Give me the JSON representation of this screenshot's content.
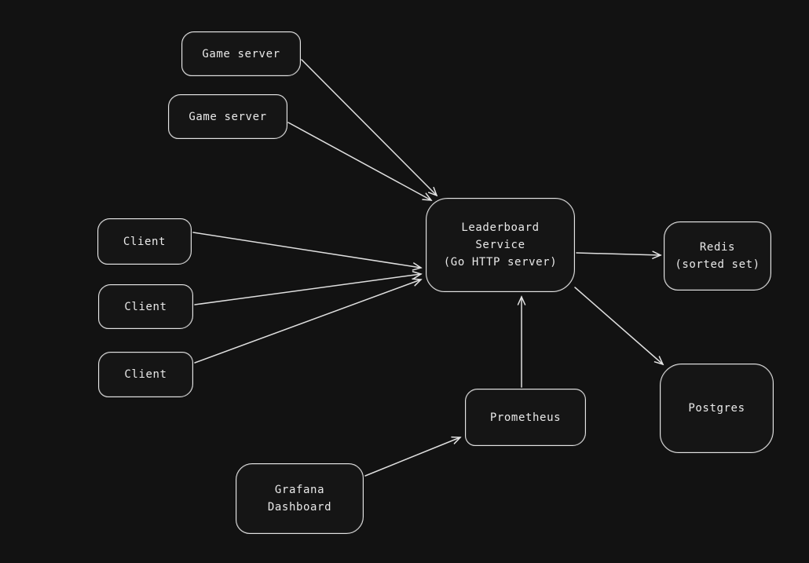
{
  "canvas": {
    "background": "#121212",
    "stroke_color": "#e3e3e3",
    "text_color": "#e9e9e9"
  },
  "nodes": [
    {
      "id": "game-server-1",
      "label": "Game server"
    },
    {
      "id": "game-server-2",
      "label": "Game server"
    },
    {
      "id": "client-1",
      "label": "Client"
    },
    {
      "id": "client-2",
      "label": "Client"
    },
    {
      "id": "client-3",
      "label": "Client"
    },
    {
      "id": "leaderboard-service",
      "label": "Leaderboard\nService\n(Go HTTP server)"
    },
    {
      "id": "redis",
      "label": "Redis\n(sorted set)"
    },
    {
      "id": "postgres",
      "label": "Postgres"
    },
    {
      "id": "prometheus",
      "label": "Prometheus"
    },
    {
      "id": "grafana-dashboard",
      "label": "Grafana\nDashboard"
    }
  ],
  "edges": [
    {
      "from": "game-server-1",
      "to": "leaderboard-service"
    },
    {
      "from": "game-server-2",
      "to": "leaderboard-service"
    },
    {
      "from": "client-1",
      "to": "leaderboard-service"
    },
    {
      "from": "client-2",
      "to": "leaderboard-service"
    },
    {
      "from": "client-3",
      "to": "leaderboard-service"
    },
    {
      "from": "leaderboard-service",
      "to": "redis"
    },
    {
      "from": "leaderboard-service",
      "to": "postgres"
    },
    {
      "from": "prometheus",
      "to": "leaderboard-service"
    },
    {
      "from": "grafana-dashboard",
      "to": "prometheus"
    }
  ]
}
